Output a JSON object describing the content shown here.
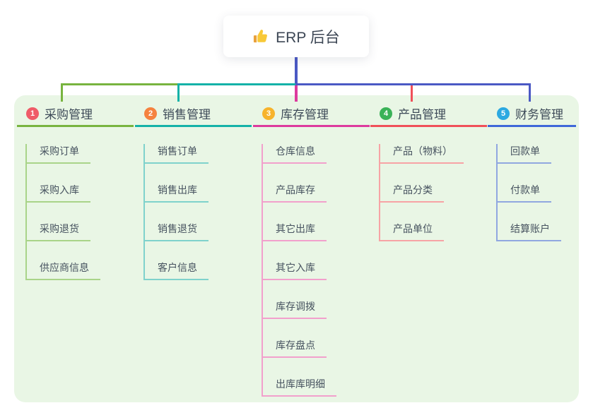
{
  "root": {
    "label": "ERP 后台",
    "icon": "thumbs-up-icon"
  },
  "colors": {
    "canvas_bg": "#ffffff",
    "panel_bg": "#e9f6e5",
    "card_bg": "#ffffff",
    "connector": "#4b59c4",
    "root_text": "#3c4654",
    "branch_text": "#3d4a58",
    "child_text": "#46525f"
  },
  "branches": [
    {
      "index": "1",
      "label": "采购管理",
      "badge_color": "#ef5b68",
      "line_color": "#78b43f",
      "child_line_color": "#a9d489",
      "children": [
        "采购订单",
        "采购入库",
        "采购退货",
        "供应商信息"
      ]
    },
    {
      "index": "2",
      "label": "销售管理",
      "badge_color": "#f5823f",
      "line_color": "#14b2a8",
      "child_line_color": "#7fd2cc",
      "children": [
        "销售订单",
        "销售出库",
        "销售退货",
        "客户信息"
      ]
    },
    {
      "index": "3",
      "label": "库存管理",
      "badge_color": "#f7b32c",
      "line_color": "#dd3a9e",
      "child_line_color": "#f2a0cc",
      "children": [
        "仓库信息",
        "产品库存",
        "其它出库",
        "其它入库",
        "库存调拨",
        "库存盘点",
        "出库库明细"
      ]
    },
    {
      "index": "4",
      "label": "产品管理",
      "badge_color": "#3ab257",
      "line_color": "#f05059",
      "child_line_color": "#f7a3a5",
      "children": [
        "产品（物料）",
        "产品分类",
        "产品单位"
      ]
    },
    {
      "index": "5",
      "label": "财务管理",
      "badge_color": "#2ca9e1",
      "line_color": "#3f68d9",
      "child_line_color": "#90a7e0",
      "children": [
        "回款单",
        "付款单",
        "结算账户"
      ]
    }
  ]
}
